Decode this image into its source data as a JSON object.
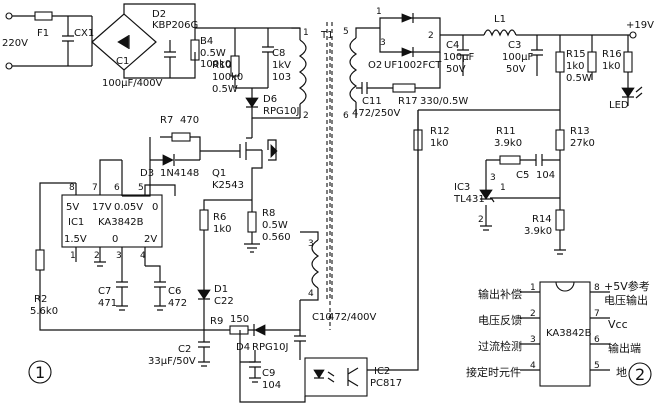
{
  "source": {
    "voltage": "220V"
  },
  "labels": {
    "F1": "F1",
    "CX1": "CX1",
    "D2": "D2",
    "D2v": "KBP206G",
    "B4": "B4",
    "B4v1": "0.5W",
    "B4v2": "100k0",
    "C1": "C1",
    "C1v": "100µF/400V",
    "R10": "R10",
    "R10v1": "100k0",
    "R10v2": "0.5W",
    "C8": "C8",
    "C8v1": "1kV",
    "C8v2": "103",
    "D6": "D6",
    "D6v": "RPG10J",
    "T1": "T1",
    "n1": "1",
    "n2": "2",
    "n3": "3",
    "n5": "5",
    "n6": "6",
    "n4": "4",
    "O2": "O2",
    "O2v": "UF1002FCT",
    "C11": "C11",
    "C11v": "472/250V",
    "R17": "R17",
    "R17v": "330/0.5W",
    "C4": "C4",
    "C4v1": "100µF",
    "C4v2": "50V",
    "C3": "C3",
    "C3v1": "100µF",
    "C3v2": "50V",
    "L1": "L1",
    "plus19": "+19V",
    "R15": "R15",
    "R15v1": "1k0",
    "R15v2": "0.5W",
    "R16": "R16",
    "R16v": "1k0",
    "LED": "LED",
    "R7": "R7",
    "R7v": "470",
    "D3": "D3",
    "D3v": "1N4148",
    "Q1": "Q1",
    "Q1v": "K2543",
    "R6": "R6",
    "R6v": "1k0",
    "R8": "R8",
    "R8v1": "0.5W",
    "R8v2": "0.560",
    "R12": "R12",
    "R12v": "1k0",
    "R11": "R11",
    "R11v": "3.9k0",
    "R13": "R13",
    "R13v": "27k0",
    "IC3": "IC3",
    "IC3v": "TL431",
    "C5": "C5",
    "C5v": "104",
    "R14": "R14",
    "R14v": "3.9k0",
    "D1": "D1",
    "D1v": "C22",
    "R9": "R9",
    "R9v": "150",
    "C10": "C10",
    "C10v": "472/400V",
    "C2": "C2",
    "C2v": "33µF/50V",
    "D4": "D4",
    "D4v": "RPG10J",
    "C9": "C9",
    "C9v": "104",
    "IC2": "IC2",
    "IC2v": "PC817",
    "C7": "C7",
    "C7v": "471",
    "C6": "C6",
    "C6v": "472",
    "R2": "R2",
    "R2v": "5.6k0"
  },
  "ic1": {
    "name": "IC1",
    "part": "KA3842B",
    "p5v": "5V",
    "p17v": "17V",
    "p005v": "0.05V",
    "p0": "0",
    "p15v": "1.5V",
    "p0b": "0",
    "p2v": "2V",
    "n8": "8",
    "n7": "7",
    "n6": "6",
    "n5": "5",
    "n1": "1",
    "n2": "2",
    "n3": "3",
    "n4": "4"
  },
  "pinout": {
    "part": "KA3842B",
    "left": [
      {
        "num": "1",
        "label": "输出补偿"
      },
      {
        "num": "2",
        "label": "电压反馈"
      },
      {
        "num": "3",
        "label": "过流检测"
      },
      {
        "num": "4",
        "label": "接定时元件"
      }
    ],
    "right": [
      {
        "num": "8",
        "label": "+5V参考"
      },
      {
        "label2": "电压输出"
      },
      {
        "num": "7",
        "label": "Vcc"
      },
      {
        "num": "6",
        "label": "输出端"
      },
      {
        "num": "5",
        "label": "地"
      }
    ]
  },
  "markers": {
    "fig1": "1",
    "fig2": "2"
  }
}
